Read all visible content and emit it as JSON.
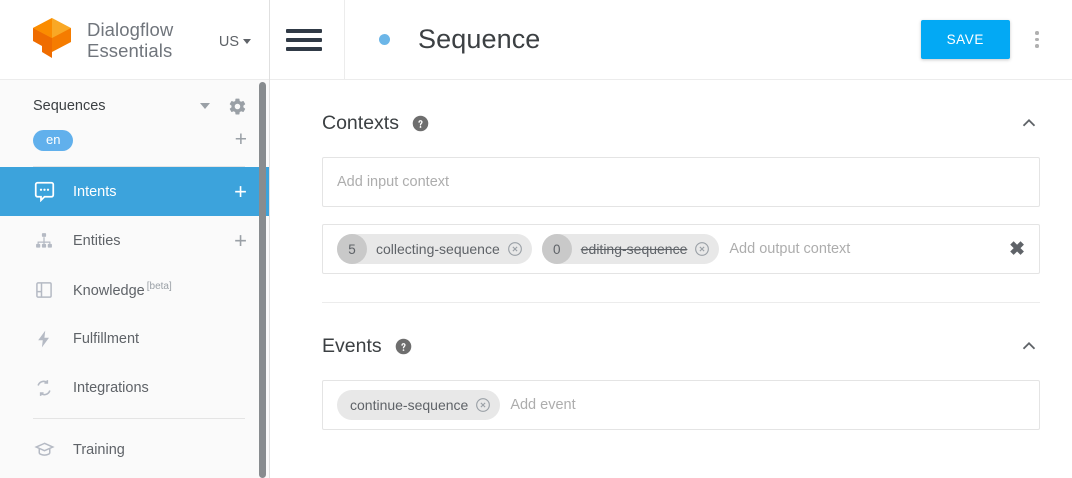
{
  "brand": {
    "name_line1": "Dialogflow",
    "name_line2": "Essentials",
    "logo_icon": "dialogflow-cube-logo",
    "region": "US",
    "region_caret_icon": "caret-down-icon"
  },
  "sidebar": {
    "agent": {
      "name": "Sequences",
      "dropdown_icon": "caret-down-icon",
      "settings_icon": "gear-icon"
    },
    "language": {
      "chip": "en",
      "add_icon": "plus-icon"
    },
    "items": [
      {
        "label": "Intents",
        "icon": "speech-bubble-icon",
        "active": true,
        "plus": "+"
      },
      {
        "label": "Entities",
        "icon": "hierarchy-icon",
        "active": false,
        "plus": "+"
      },
      {
        "label": "Knowledge",
        "icon": "book-icon",
        "active": false,
        "beta": "[beta]"
      },
      {
        "label": "Fulfillment",
        "icon": "lightning-bolt-icon",
        "active": false
      },
      {
        "label": "Integrations",
        "icon": "refresh-arrows-icon",
        "active": false
      },
      {
        "label": "Training",
        "icon": "graduation-cap-icon",
        "active": false
      }
    ]
  },
  "topbar": {
    "menu_icon": "hamburger-menu-icon",
    "status_dot": "status-dot-blue",
    "title": "Sequence",
    "save_label": "SAVE",
    "more_icon": "kebab-menu-icon"
  },
  "contexts": {
    "title": "Contexts",
    "help_icon": "help-circle-icon",
    "collapse_icon": "chevron-up-icon",
    "input_placeholder": "Add input context",
    "output_placeholder": "Add output context",
    "clear_icon": "close-x-icon",
    "output_chips": [
      {
        "count": "5",
        "label": "collecting-sequence",
        "struck": false,
        "remove_icon": "circle-x-icon"
      },
      {
        "count": "0",
        "label": "editing-sequence",
        "struck": true,
        "remove_icon": "circle-x-icon"
      }
    ]
  },
  "events": {
    "title": "Events",
    "help_icon": "help-circle-icon",
    "collapse_icon": "chevron-up-icon",
    "placeholder": "Add event",
    "chips": [
      {
        "label": "continue-sequence",
        "remove_icon": "circle-x-icon"
      }
    ]
  },
  "colors": {
    "accent_blue": "#03a9f4",
    "active_nav_blue": "#3ca3dc",
    "lang_chip_blue": "#61b0ec",
    "logo_orange": "#f2870d"
  }
}
